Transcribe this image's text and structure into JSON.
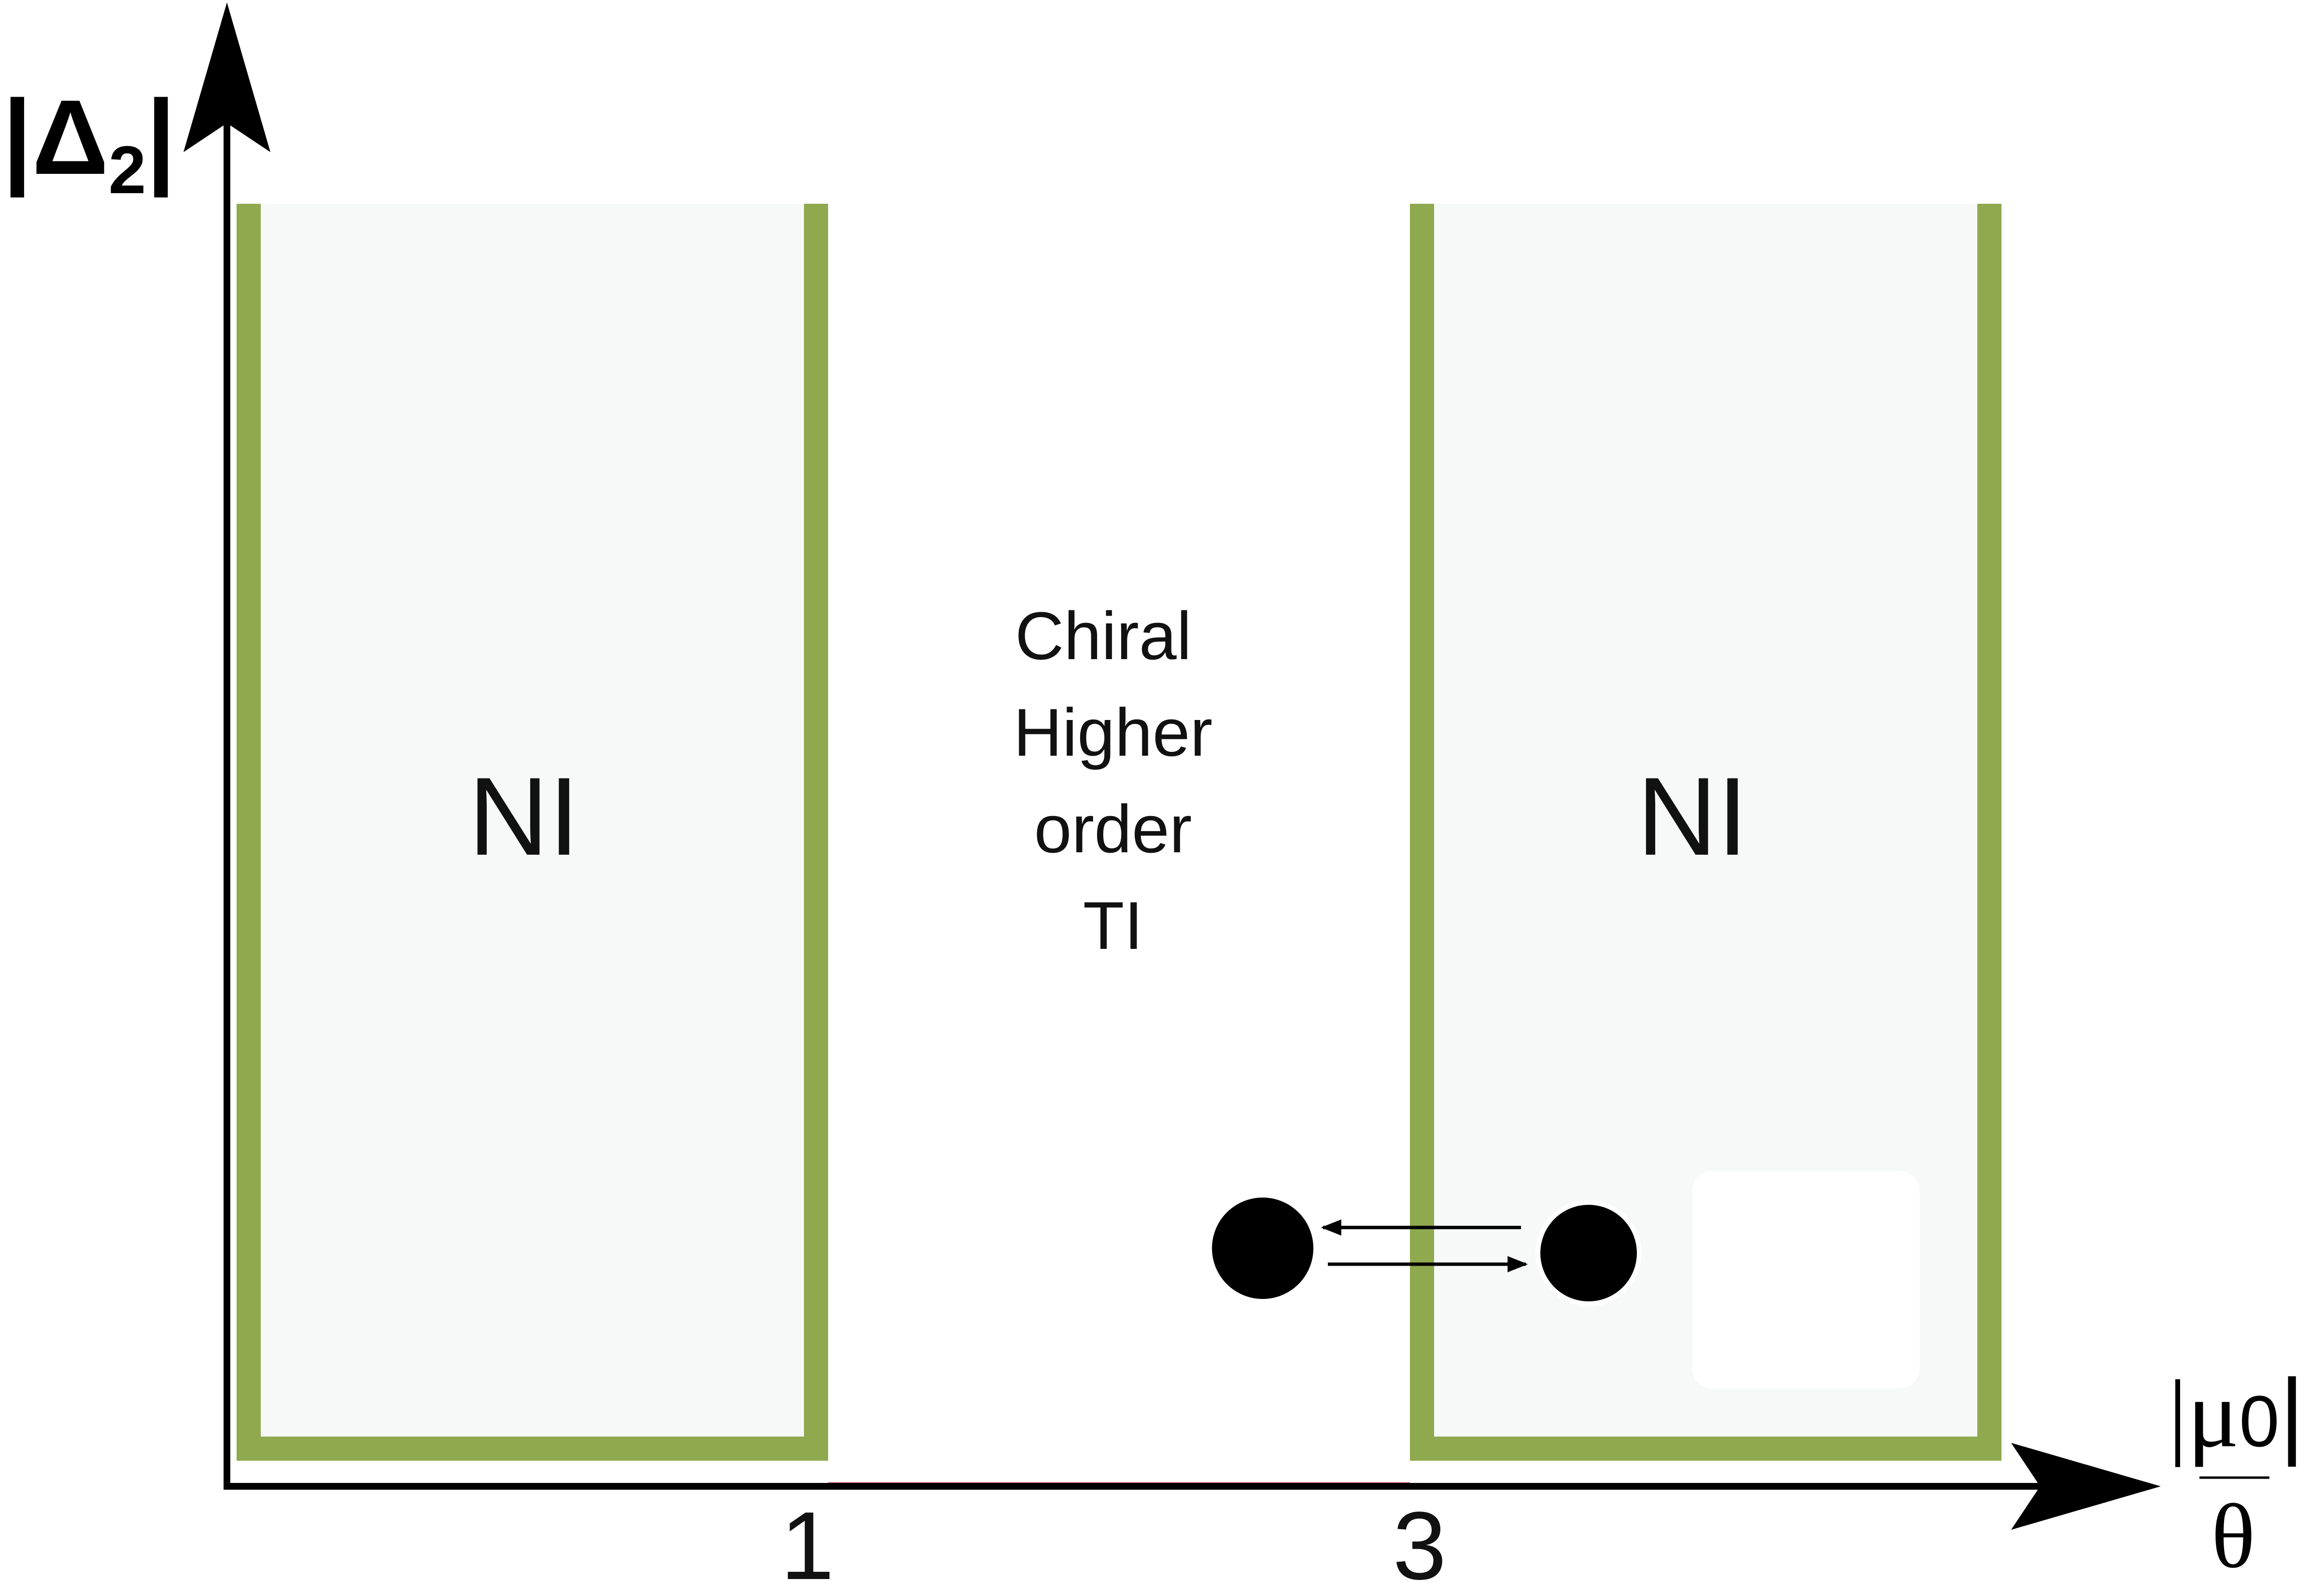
{
  "colors": {
    "background": "#ffffff",
    "region_fill": "#f7f9f8",
    "boundary": "#8fa94e",
    "axis": "#000000",
    "marker": "#000000",
    "axis_segment_highlight": "#c8102e"
  },
  "y_axis": {
    "label_prefix": "|Δ",
    "label_sub": "2",
    "label_suffix": "|"
  },
  "x_axis": {
    "label_numerator_prefix": "|μ",
    "label_numerator_sub": "0",
    "label_numerator_suffix": "|",
    "label_denominator": "θ",
    "ticks": [
      "1",
      "3"
    ]
  },
  "regions": {
    "left": {
      "label": "NI"
    },
    "middle": {
      "lines": [
        "Chiral",
        "Higher",
        "order",
        "TI"
      ]
    },
    "right": {
      "label": "NI"
    }
  },
  "transition_marker": {
    "icon_left": "filled-circle",
    "icon_right": "filled-circle",
    "arrows": [
      "arrow-left",
      "arrow-right"
    ]
  }
}
